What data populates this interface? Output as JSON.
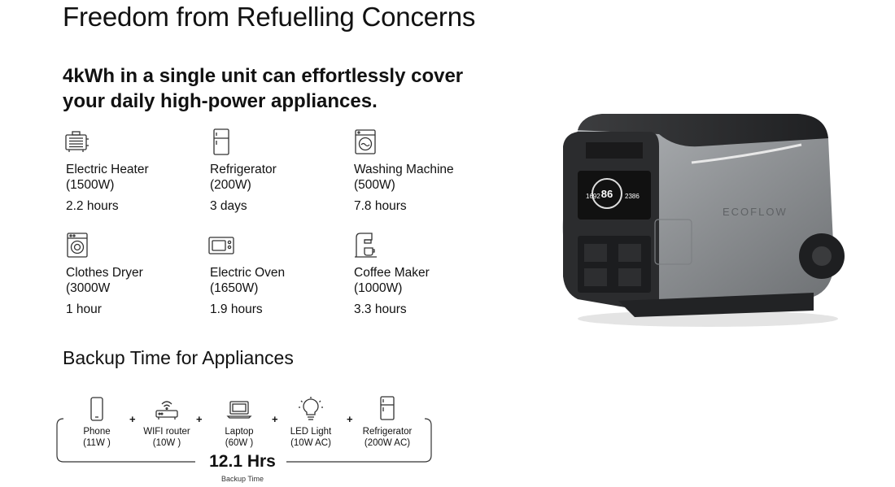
{
  "header": {
    "title": "Freedom from Refuelling Concerns",
    "subtitle": "4kWh in a single unit can effortlessly cover your daily high-power appliances."
  },
  "appliances": [
    {
      "icon": "electric-heater-icon",
      "name": "Electric Heater",
      "watt": "(1500W)",
      "time": "2.2 hours"
    },
    {
      "icon": "refrigerator-icon",
      "name": "Refrigerator",
      "watt": "(200W)",
      "time": "3 days"
    },
    {
      "icon": "washing-machine-icon",
      "name": "Washing Machine",
      "watt": "(500W)",
      "time": "7.8 hours"
    },
    {
      "icon": "clothes-dryer-icon",
      "name": "Clothes Dryer",
      "watt": "(3000W",
      "time": "1 hour"
    },
    {
      "icon": "electric-oven-icon",
      "name": "Electric Oven",
      "watt": "(1650W)",
      "time": "1.9 hours"
    },
    {
      "icon": "coffee-maker-icon",
      "name": "Coffee Maker",
      "watt": "(1000W)",
      "time": "3.3 hours"
    }
  ],
  "backup": {
    "title": "Backup Time for Appliances",
    "items": [
      {
        "icon": "phone-icon",
        "name": "Phone",
        "watt": "(11W )"
      },
      {
        "icon": "wifi-router-icon",
        "name": "WIFI router",
        "watt": "(10W )"
      },
      {
        "icon": "laptop-icon",
        "name": "Laptop",
        "watt": "(60W )"
      },
      {
        "icon": "led-light-icon",
        "name": "LED Light",
        "watt": "(10W AC)"
      },
      {
        "icon": "refrigerator-icon",
        "name": "Refrigerator",
        "watt": "(200W AC)"
      }
    ],
    "plus_sign": "+",
    "total": "12.1 Hrs",
    "total_caption": "Backup Time"
  },
  "product": {
    "brand": "ECOFLOW",
    "display_left": "1692",
    "display_center": "86",
    "display_right": "2386"
  },
  "colors": {
    "text": "#111111",
    "icon_stroke": "#333333",
    "product_body": "#8e9194",
    "product_dark": "#2b2c2e"
  }
}
